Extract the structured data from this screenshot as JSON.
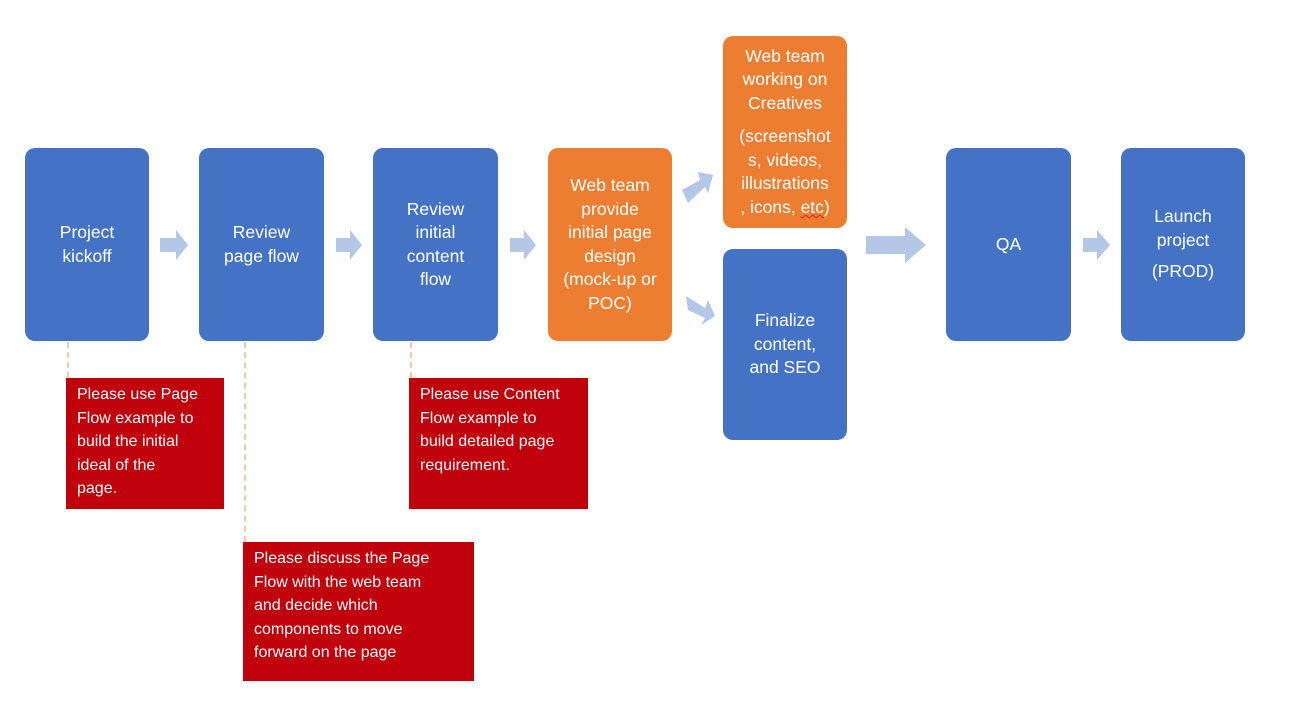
{
  "steps": {
    "kickoff": [
      "Project",
      "kickoff"
    ],
    "review_flow": [
      "Review",
      "page flow"
    ],
    "review_content": [
      "Review",
      "initial",
      "content",
      "flow"
    ],
    "web_design": [
      "Web team",
      "provide",
      "initial page",
      "design",
      "(mock-up or",
      "POC)"
    ],
    "creatives_title": [
      "Web team",
      "working on",
      "Creatives"
    ],
    "creatives_detail": [
      "(screenshot",
      "s, videos,",
      "illustrations",
      ", icons, ",
      "etc",
      ")"
    ],
    "finalize": [
      "Finalize",
      "content,",
      "and SEO"
    ],
    "qa": [
      "QA"
    ],
    "launch_title": [
      "Launch",
      "project"
    ],
    "launch_detail": [
      "(PROD)"
    ]
  },
  "notes": {
    "page_flow": [
      "Please use Page",
      "Flow example to",
      "build the initial",
      "ideal of the",
      "page."
    ],
    "content_flow": [
      "Please use Content",
      "Flow example to",
      "build detailed page",
      "requirement."
    ],
    "discuss": [
      "Please discuss the Page",
      "Flow with the web team",
      "and decide which",
      "components to move",
      "forward on the page"
    ]
  },
  "colors": {
    "blue": "#4472c4",
    "orange": "#ed7d31",
    "red": "#c0000b",
    "arrow": "#b4c7e7",
    "dash": "#f7caa7"
  }
}
